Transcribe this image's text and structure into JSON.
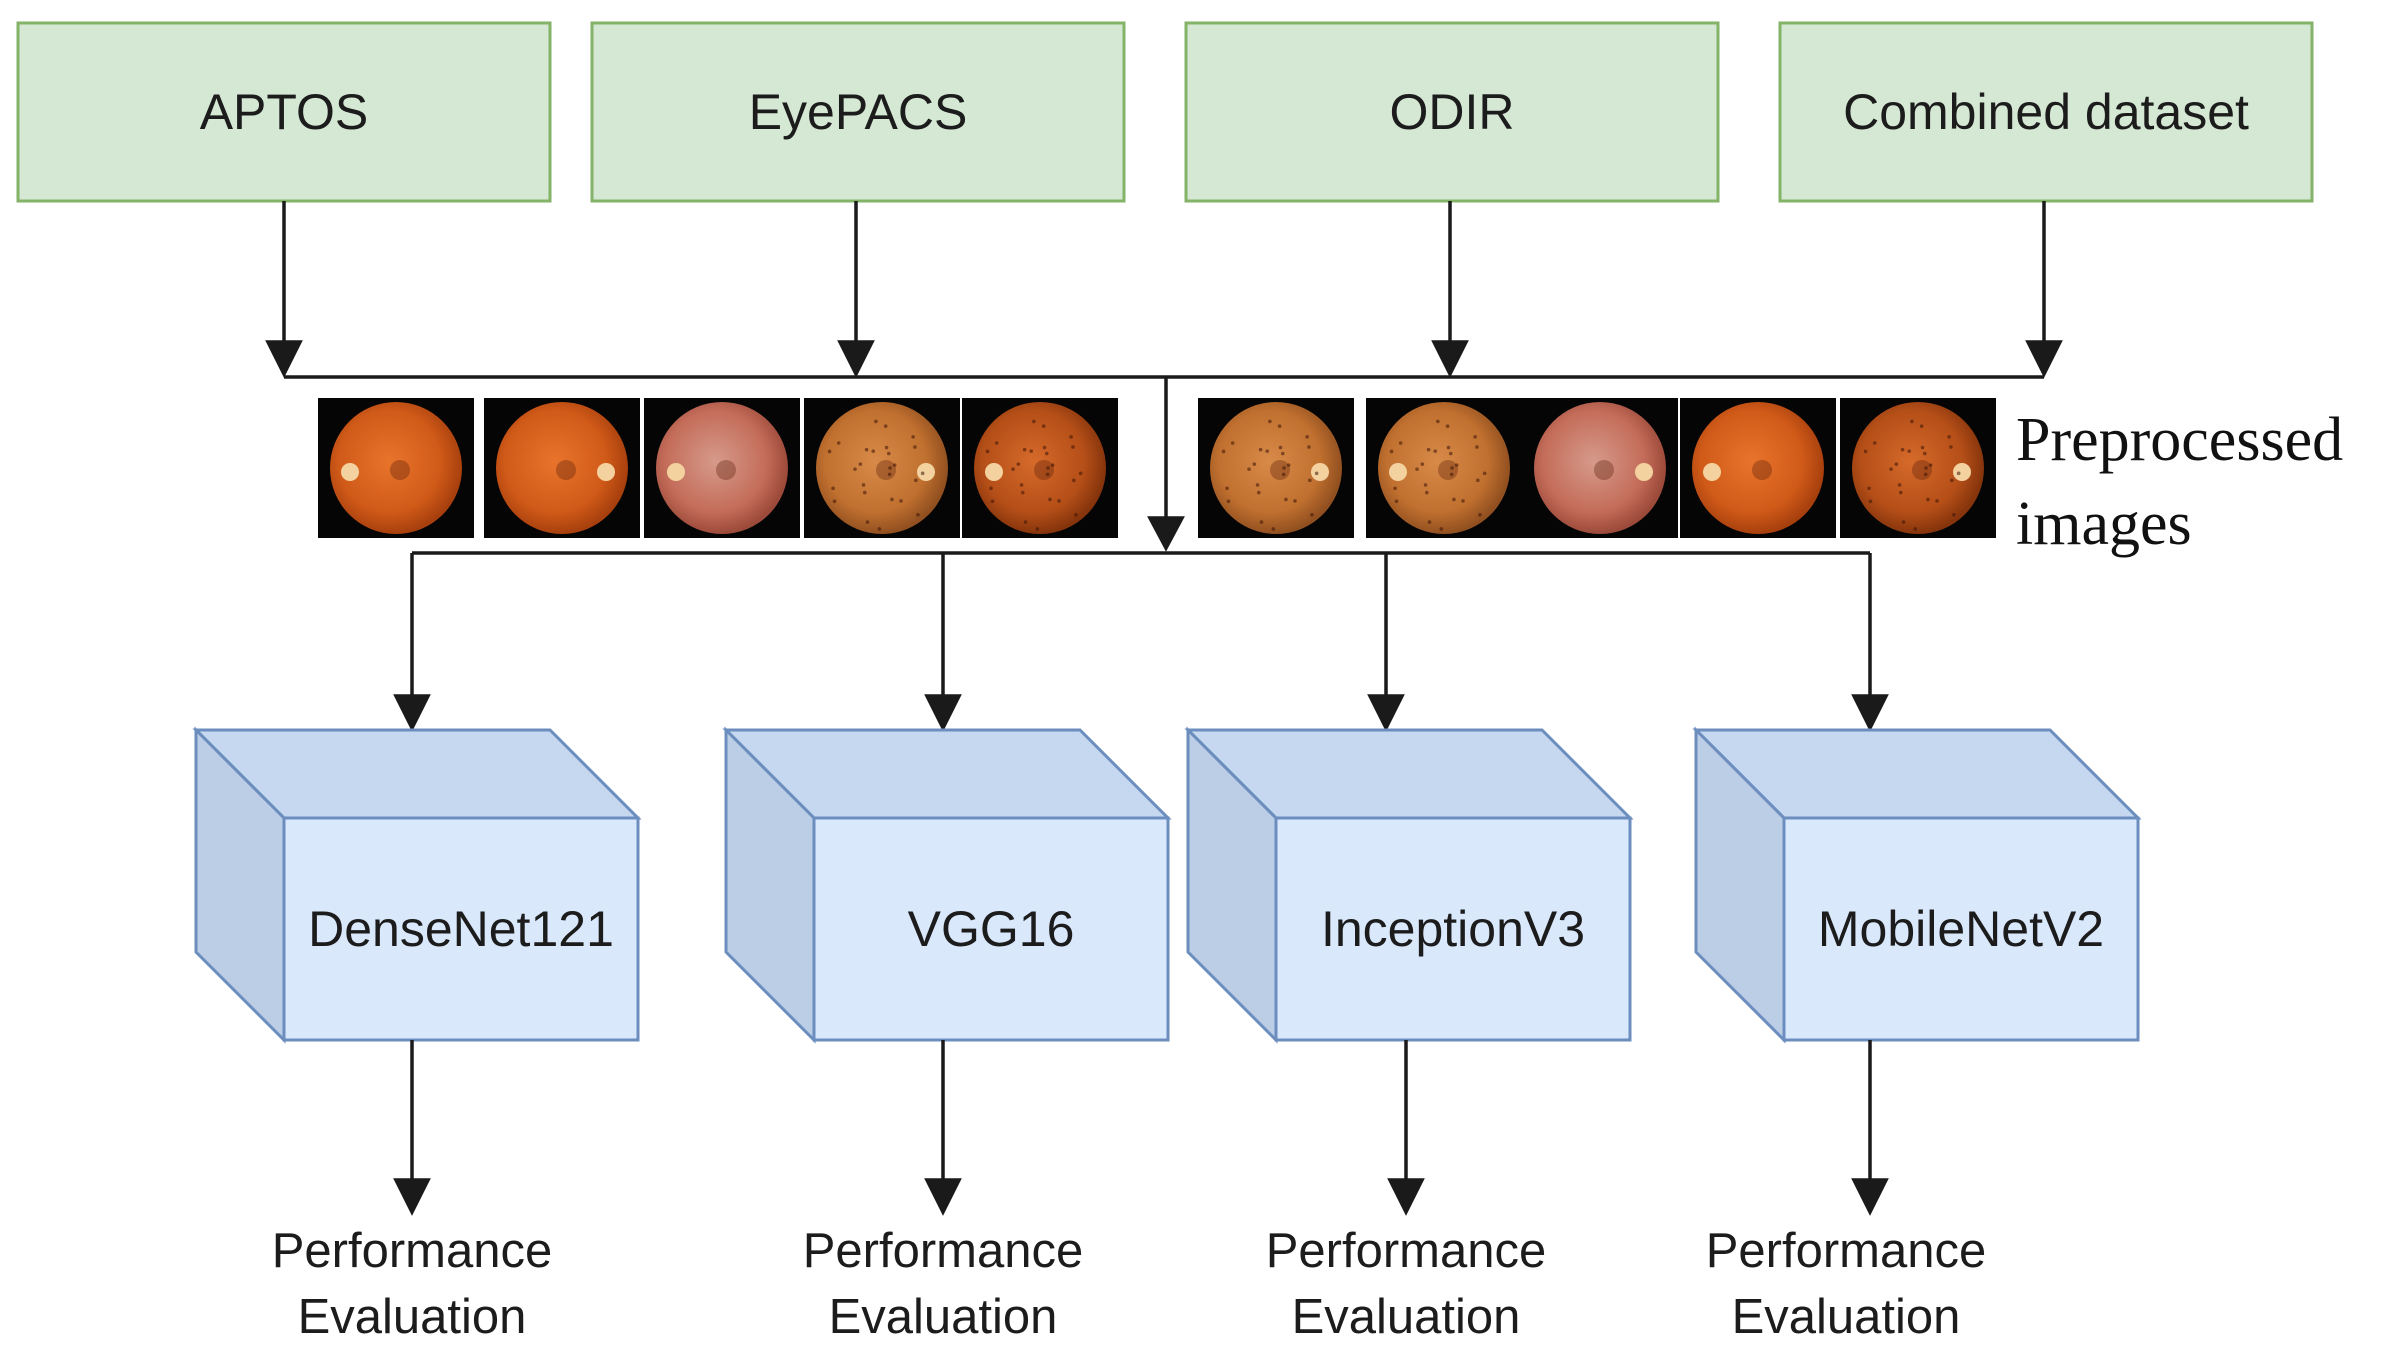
{
  "colors": {
    "dataset_fill": "#d5e8d4",
    "dataset_stroke": "#82b366",
    "model_front": "#dae8fc",
    "model_top": "#c6d8f0",
    "model_side": "#bccde6",
    "model_stroke": "#6c8ebf",
    "arrow": "#1a1a1a",
    "image_frame": "#050505"
  },
  "datasets": [
    {
      "label": "APTOS",
      "icon": "dataset-box"
    },
    {
      "label": "EyePACS",
      "icon": "dataset-box"
    },
    {
      "label": "ODIR",
      "icon": "dataset-box"
    },
    {
      "label": "Combined dataset",
      "icon": "dataset-box"
    }
  ],
  "preprocessed": {
    "line1": "Preprocessed",
    "line2": "images",
    "images": [
      {
        "icon": "fundus-image",
        "tone": "orange"
      },
      {
        "icon": "fundus-image",
        "tone": "orange"
      },
      {
        "icon": "fundus-image",
        "tone": "pink"
      },
      {
        "icon": "fundus-image",
        "tone": "speckled"
      },
      {
        "icon": "fundus-image",
        "tone": "dark"
      },
      {
        "icon": "fundus-image",
        "tone": "speckled"
      },
      {
        "icon": "fundus-image",
        "tone": "speckled"
      },
      {
        "icon": "fundus-image",
        "tone": "pink"
      },
      {
        "icon": "fundus-image",
        "tone": "orange"
      },
      {
        "icon": "fundus-image",
        "tone": "dark"
      }
    ]
  },
  "models": [
    {
      "label": "DenseNet121",
      "icon": "cube-block"
    },
    {
      "label": "VGG16",
      "icon": "cube-block"
    },
    {
      "label": "InceptionV3",
      "icon": "cube-block"
    },
    {
      "label": "MobileNetV2",
      "icon": "cube-block"
    }
  ],
  "evaluation": [
    {
      "line1": "Performance",
      "line2": "Evaluation"
    },
    {
      "line1": "Performance",
      "line2": "Evaluation"
    },
    {
      "line1": "Performance",
      "line2": "Evaluation"
    },
    {
      "line1": "Performance",
      "line2": "Evaluation"
    }
  ]
}
